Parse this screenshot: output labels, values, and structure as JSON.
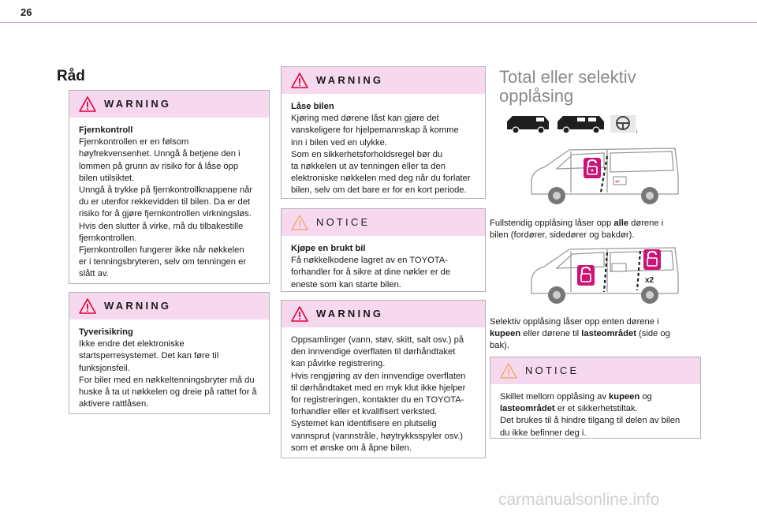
{
  "page": {
    "number": "26"
  },
  "left_column": {
    "section_title": "Råd",
    "warning_1": {
      "header": "WARNING",
      "lead": "Fjernkontroll",
      "lines": [
        "Fjernkontrollen er en følsom",
        "høyfrekvensenhet. Unngå å betjene den i",
        "lommen på grunn av risiko for å låse opp",
        "bilen utilsiktet.",
        "Unngå å trykke på fjernkontrollknappene når",
        "du er utenfor rekkevidden til bilen. Da er det",
        "risiko for å gjøre fjernkontrollen virkningsløs.",
        "Hvis den slutter å virke, må du tilbakestille",
        "fjernkontrollen.",
        "Fjernkontrollen fungerer ikke når nøkkelen",
        "er i tenningsbryteren, selv om tenningen er",
        "slått av."
      ]
    },
    "warning_2": {
      "header": "WARNING",
      "lead": "Tyverisikring",
      "lines": [
        "Ikke endre det elektroniske",
        "startsperresystemet. Det kan føre til",
        "funksjonsfeil.",
        "For biler med en nøkkeltenningsbryter må du",
        "huske å ta ut nøkkelen og dreie på rattet for å",
        "aktivere rattlåsen."
      ]
    }
  },
  "middle_column": {
    "warning_3": {
      "header": "WARNING",
      "lead": "Låse bilen",
      "lines": [
        "Kjøring med dørene låst kan gjøre det",
        "vanskeligere for hjelpemannskap å komme",
        "inn i bilen ved en ulykke.",
        "Som en sikkerhetsforholdsregel bør du",
        "ta nøkkelen ut av tenningen eller ta den",
        "elektroniske nøkkelen med deg når du forlater",
        "bilen, selv om det bare er for en kort periode."
      ]
    },
    "notice_1": {
      "header": "NOTICE",
      "lead": "Kjøpe en brukt bil",
      "lines": [
        "Få nøkkelkodene lagret av en TOYOTA-",
        "forhandler for å sikre at dine nøkler er de",
        "eneste som kan starte bilen."
      ]
    },
    "warning_4": {
      "header": "WARNING",
      "lines": [
        "Oppsamlinger (vann, støv, skitt, salt osv.) på",
        "den innvendige overflaten til dørhåndtaket",
        "kan påvirke registrering.",
        "Hvis rengjøring av den innvendige overflaten",
        "til dørhåndtaket med en myk klut ikke hjelper",
        "for registreringen, kontakter du en TOYOTA-",
        "forhandler eller et kvalifisert verksted.",
        "Systemet kan identifisere en plutselig",
        "vannsprut (vannstråle, høytrykksspyler osv.)",
        "som et ønske om å åpne bilen."
      ]
    }
  },
  "right_column": {
    "title_line1": "Total eller selektiv",
    "title_line2": "opplåsing",
    "figure_2_label": "x2",
    "para_1": {
      "pre": "Fullstendig opplåsing låser opp ",
      "bold": "alle",
      "post_line1": " dørene i",
      "line2": "bilen (fordører, sidedører og bakdør)."
    },
    "para_2": {
      "line1": "Selektiv opplåsing låser opp enten dørene i",
      "bold1": "kupeen",
      "mid": " eller dørene til ",
      "bold2": "lasteområdet",
      "post": " (side og",
      "line3": "bak)."
    },
    "notice_2": {
      "header": "NOTICE",
      "l1_pre": "Skillet mellom opplåsing av ",
      "l1_bold": "kupeen",
      "l1_post": " og",
      "l2_bold": "lasteområdet",
      "l2_post": " er et sikkerhetstiltak.",
      "l3": "Det brukes til å hindre tilgang til delen av bilen",
      "l4": "du ikke befinner deg i."
    }
  },
  "watermark": "carmanualsonline.info",
  "colors": {
    "accent_pink": "#f6d9ef",
    "warning_red": "#e0003c",
    "notice_orange": "#f0a050",
    "lock_magenta": "#cc1477"
  }
}
